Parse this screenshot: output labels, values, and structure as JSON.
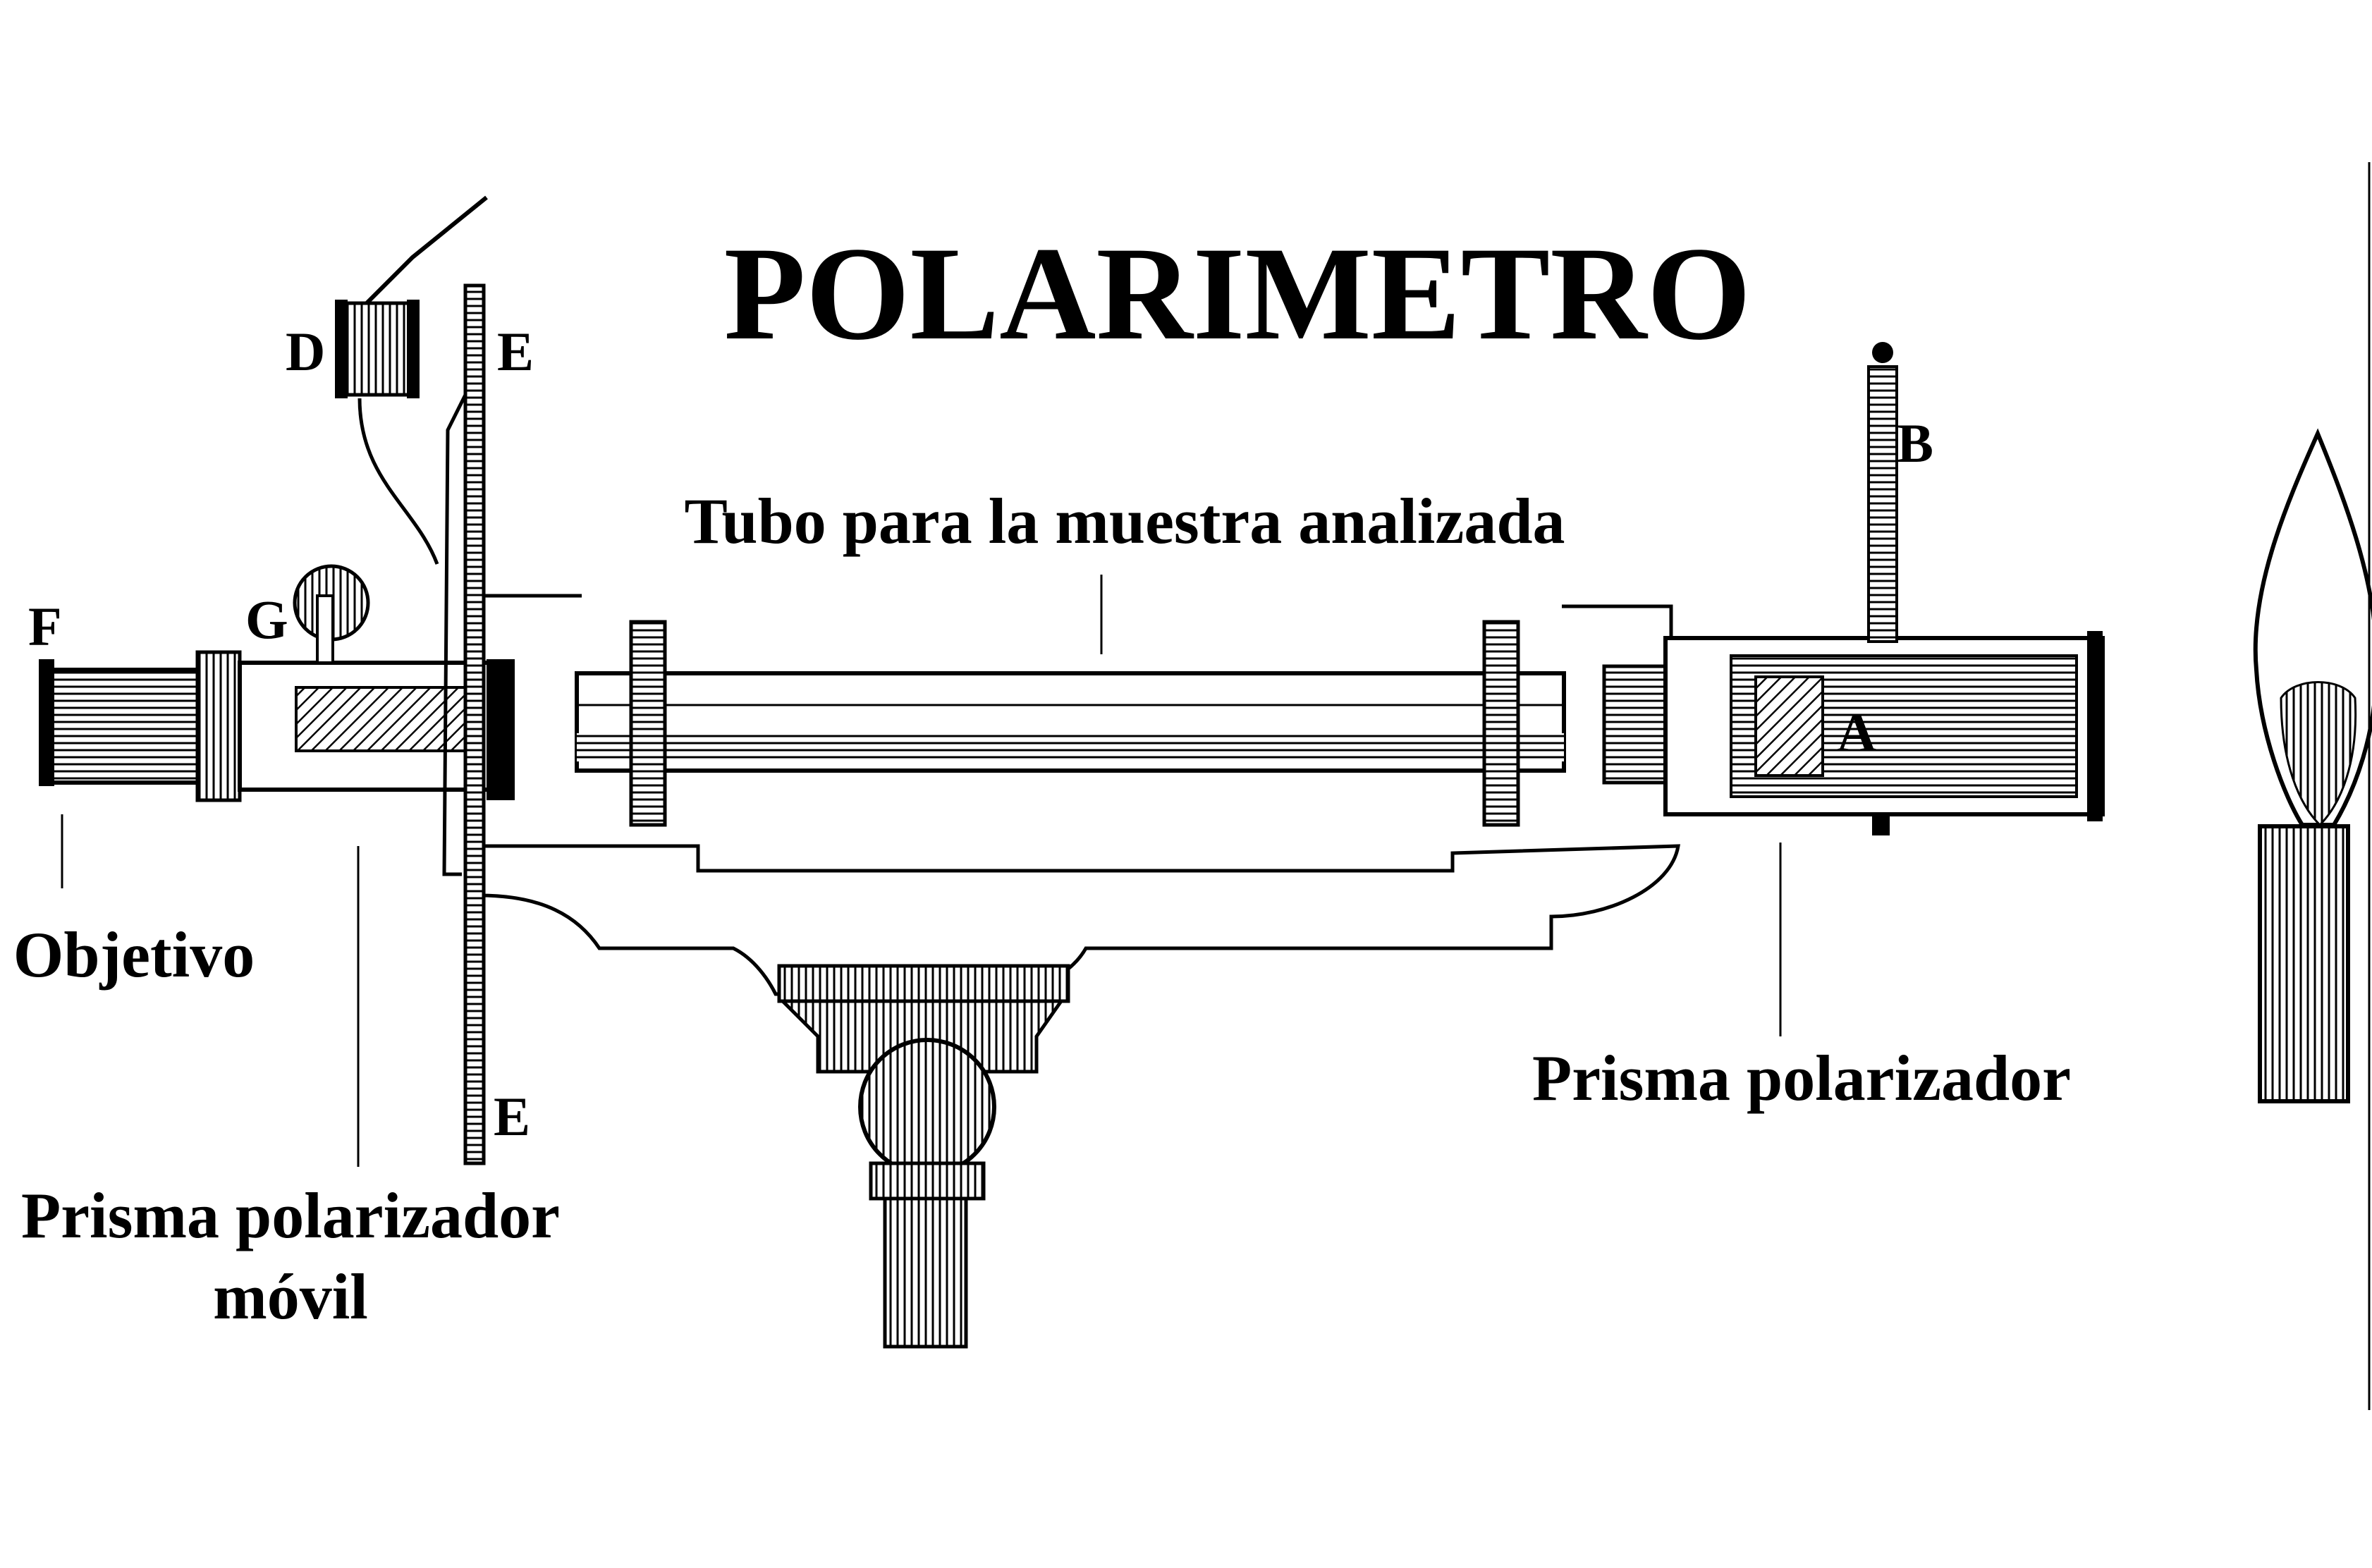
{
  "title": "POLARIMETRO",
  "labels": {
    "tube": "Tubo para la muestra analizada",
    "objective": "Objetivo",
    "mobile_prism_line1": "Prisma polarizador",
    "mobile_prism_line2": "móvil",
    "polarizing_prism": "Prisma polarizador"
  },
  "letters": {
    "F": "F",
    "G": "G",
    "D": "D",
    "E_top": "E",
    "E_bottom": "E",
    "B": "B",
    "A": "A"
  },
  "colors": {
    "ink": "#000000",
    "paper": "#ffffff"
  }
}
